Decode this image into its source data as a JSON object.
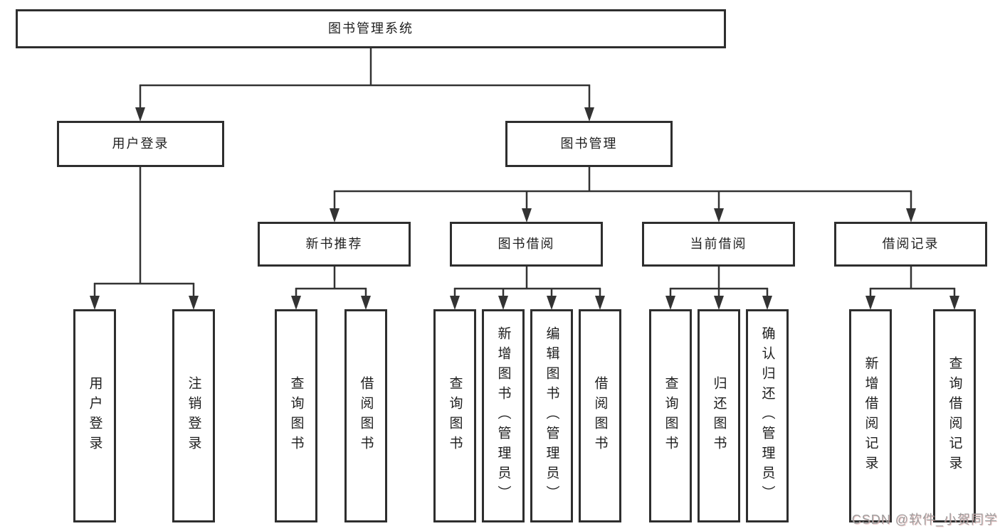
{
  "style": {
    "background": "#ffffff",
    "line_color": "#333333",
    "box_border_color": "#2e2e2e",
    "text_color": "#1e1e1e",
    "watermark_color": "#9d9d9d"
  },
  "tree": {
    "label": "图书管理系统",
    "children": [
      {
        "label": "用户登录",
        "children": [
          {
            "label": "用户登录"
          },
          {
            "label": "注销登录"
          }
        ]
      },
      {
        "label": "图书管理",
        "children": [
          {
            "label": "新书推荐",
            "children": [
              {
                "label": "查询图书"
              },
              {
                "label": "借阅图书"
              }
            ]
          },
          {
            "label": "图书借阅",
            "children": [
              {
                "label": "查询图书"
              },
              {
                "label": "新增图书（管理员）"
              },
              {
                "label": "编辑图书（管理员）"
              },
              {
                "label": "借阅图书"
              }
            ]
          },
          {
            "label": "当前借阅",
            "children": [
              {
                "label": "查询图书"
              },
              {
                "label": "归还图书"
              },
              {
                "label": "确认归还（管理员）"
              }
            ]
          },
          {
            "label": "借阅记录",
            "children": [
              {
                "label": "新增借阅记录"
              },
              {
                "label": "查询借阅记录"
              }
            ]
          }
        ]
      }
    ]
  },
  "watermark": {
    "text": "CSDN @软件_小贺同学"
  }
}
